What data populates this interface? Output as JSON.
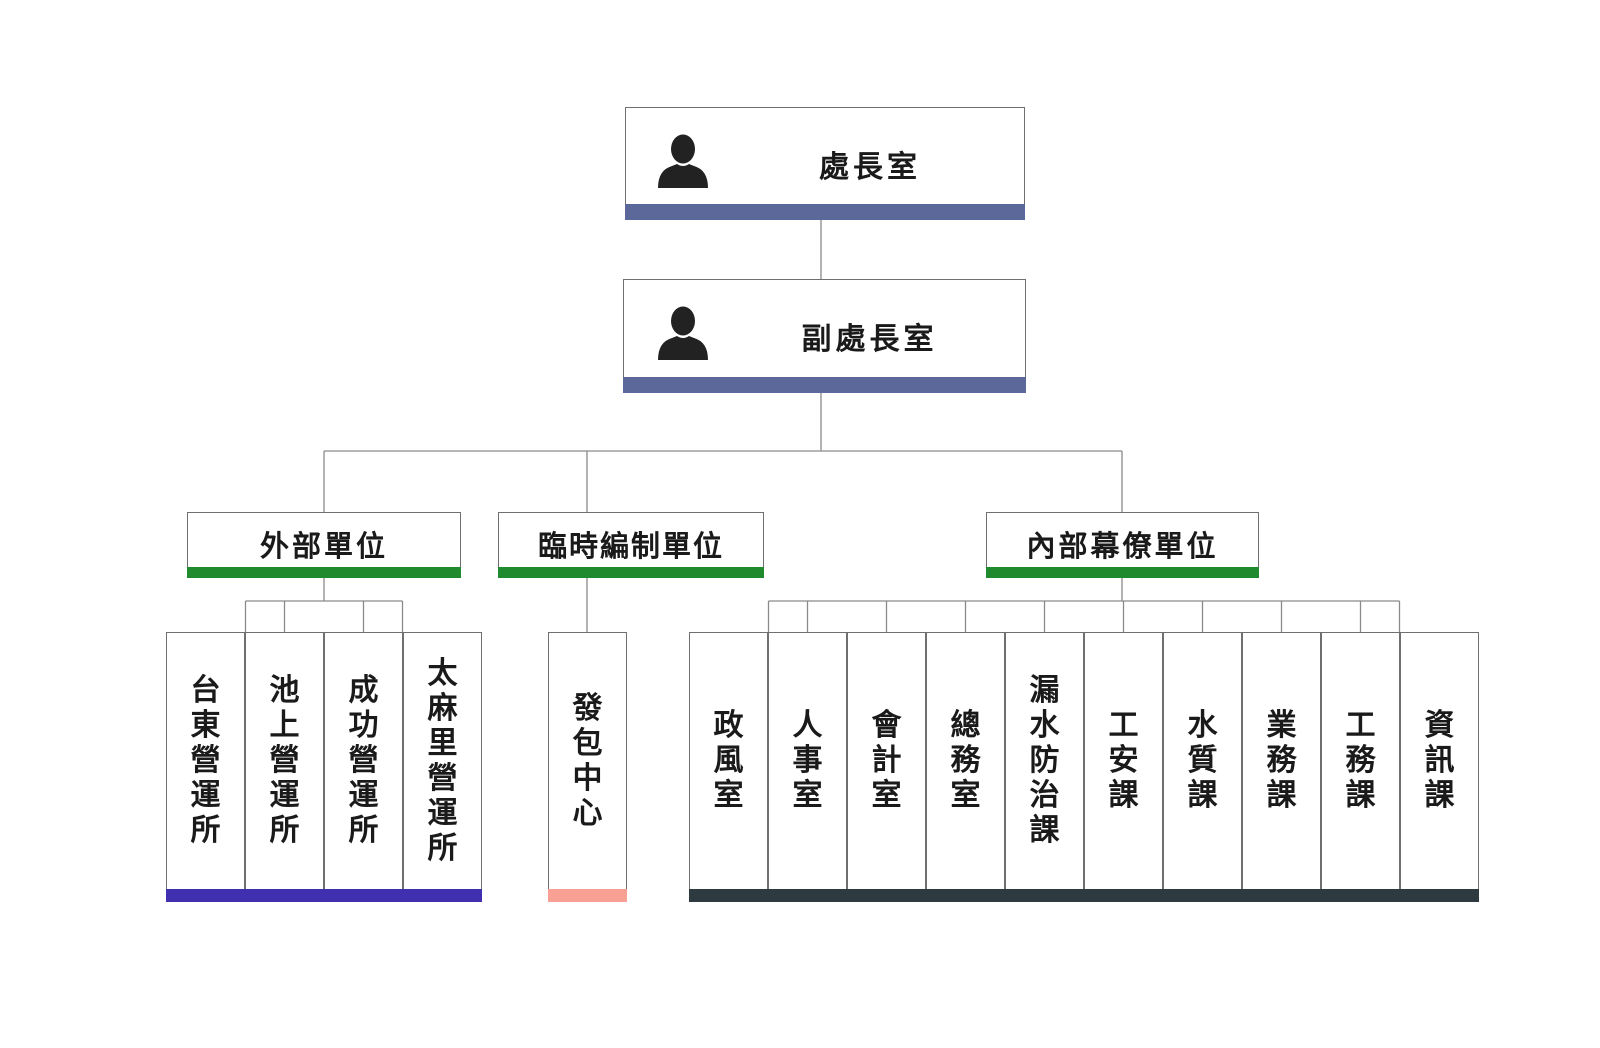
{
  "top": {
    "director": "處長室",
    "deputy": "副處長室"
  },
  "groups": {
    "external": "外部單位",
    "temporary": "臨時編制單位",
    "internal": "內部幕僚單位"
  },
  "external_units": [
    "台東營運所",
    "池上營運所",
    "成功營運所",
    "太麻里營運所"
  ],
  "temporary_units": [
    "發包中心"
  ],
  "internal_units": [
    "政風室",
    "人事室",
    "會計室",
    "總務室",
    "漏水防治課",
    "工安課",
    "水質課",
    "業務課",
    "工務課",
    "資訊課"
  ],
  "colors": {
    "top_bar": "#5b6899",
    "group_bar": "#1f8a2e",
    "external_bar": "#4030b0",
    "temporary_bar": "#f8a093",
    "internal_bar": "#2d3a40",
    "connector": "#8a8a8a",
    "icon": "#222222"
  },
  "icons": {
    "top_box_icon": "person-icon"
  }
}
